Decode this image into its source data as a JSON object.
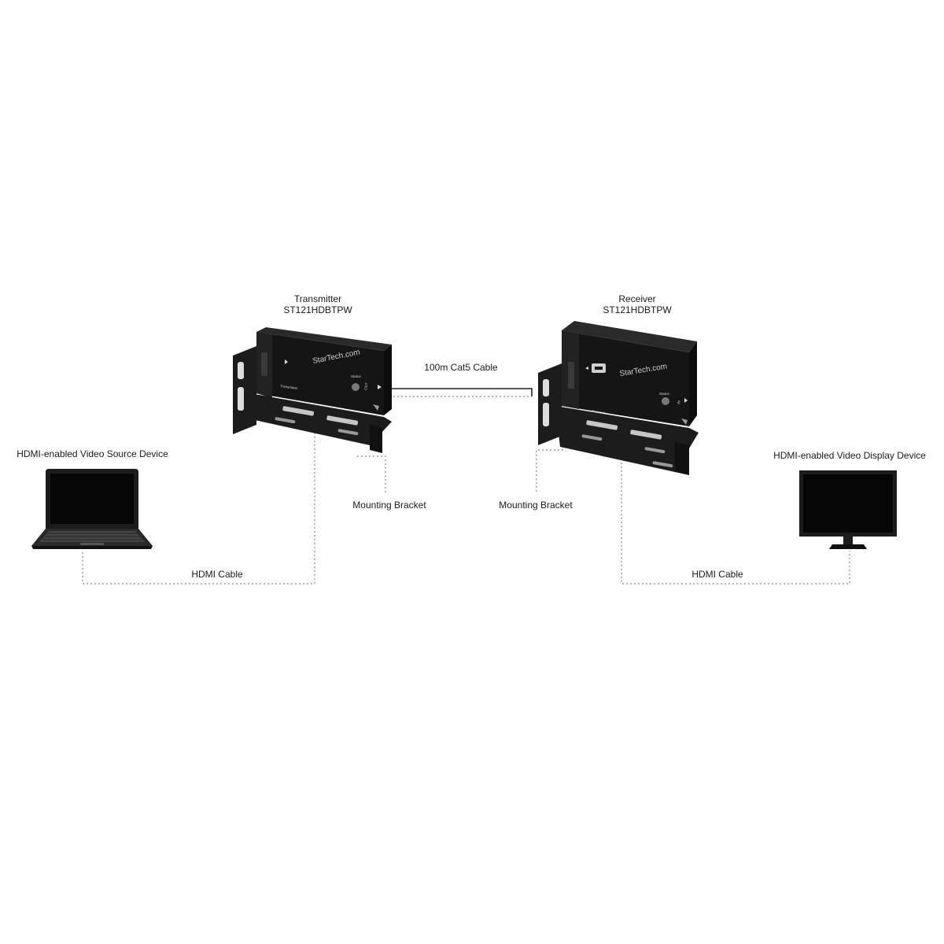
{
  "devices": {
    "transmitter": {
      "title": "Transmitter",
      "model": "ST121HDBTPW",
      "brand": "StarTech.com",
      "front_label": "Transmitter",
      "port_label": "OUT",
      "status_label": "Status"
    },
    "receiver": {
      "title": "Receiver",
      "model": "ST121HDBTPW",
      "brand": "StarTech.com",
      "front_label": "Receiver",
      "port_label": "IN",
      "status_label": "Status"
    },
    "source": {
      "label": "HDMI-enabled Video Source Device"
    },
    "display": {
      "label": "HDMI-enabled Video Display Device"
    }
  },
  "connections": {
    "cat5": "100m Cat5 Cable",
    "hdmi_left": "HDMI Cable",
    "hdmi_right": "HDMI Cable",
    "bracket_left": "Mounting Bracket",
    "bracket_right": "Mounting Bracket"
  },
  "colors": {
    "device_body": "#151515",
    "bracket": "#1c1c1c",
    "dotted_line": "#9a9a9a",
    "cable_line": "#222222",
    "screen": "#060606"
  }
}
